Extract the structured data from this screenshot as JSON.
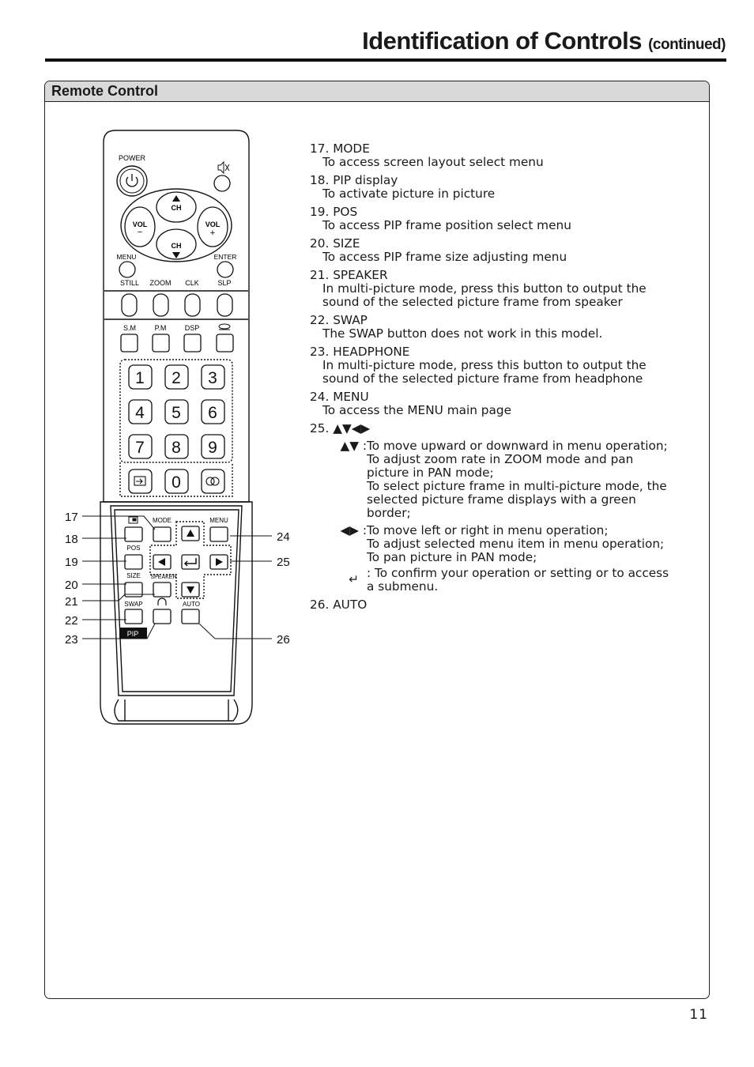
{
  "header": {
    "title": "Identification of Controls",
    "continued": "(continued)"
  },
  "section": {
    "title": "Remote Control"
  },
  "page_number": "11",
  "remote": {
    "power_label": "POWER",
    "ch": "CH",
    "vol": "VOL",
    "minus": "−",
    "plus": "+",
    "menu": "MENU",
    "enter": "ENTER",
    "row_labels": [
      "STILL",
      "ZOOM",
      "CLK",
      "SLP"
    ],
    "row2_labels": [
      "S.M",
      "P.M",
      "DSP"
    ],
    "digits": [
      "1",
      "2",
      "3",
      "4",
      "5",
      "6",
      "7",
      "8",
      "9",
      "0"
    ],
    "pip_panel": {
      "mode": "MODE",
      "menu": "MENU",
      "pos": "POS",
      "size": "SIZE",
      "speaker": "SPEAKER",
      "swap": "SWAP",
      "auto": "AUTO",
      "pip": "PIP"
    },
    "callouts_left": [
      "17",
      "18",
      "19",
      "20",
      "21",
      "22",
      "23"
    ],
    "callouts_right": [
      "24",
      "25",
      "26"
    ]
  },
  "items": [
    {
      "head": "17. MODE",
      "body": [
        "To access screen layout select menu"
      ]
    },
    {
      "head": "18. PIP display",
      "body": [
        "To activate picture in picture"
      ]
    },
    {
      "head": "19. POS",
      "body": [
        "To access PIP frame position select menu"
      ]
    },
    {
      "head": "20. SIZE",
      "body": [
        "To access PIP frame size adjusting menu"
      ]
    },
    {
      "head": "21. SPEAKER",
      "body": [
        "In multi-picture mode, press this button to output the",
        "sound of the selected picture frame from speaker"
      ]
    },
    {
      "head": "22. SWAP",
      "body": [
        "The SWAP button does not work in this model."
      ]
    },
    {
      "head": "23. HEADPHONE",
      "body": [
        "In multi-picture mode, press this button to output the",
        "sound of the selected picture frame from headphone"
      ]
    },
    {
      "head": "24. MENU",
      "body": [
        "To access the MENU main page"
      ]
    },
    {
      "head": "25. ▲▼◀▶",
      "body": []
    }
  ],
  "item25": {
    "updown_symbol": "▲▼ :",
    "updown_lines": [
      "To move upward or downward in menu operation;",
      "To adjust zoom rate in ZOOM mode and pan",
      "picture in PAN mode;",
      "To select picture frame in multi-picture mode, the",
      "selected picture frame displays with a green",
      "border;"
    ],
    "leftright_symbol": "◀▶ :",
    "leftright_lines": [
      "To move left or right in menu operation;",
      "To adjust selected menu item in menu operation;",
      "To pan picture in PAN mode;"
    ],
    "enter_symbol": "↵",
    "enter_lines": [
      ": To confirm your operation or setting or to access",
      "a submenu."
    ]
  },
  "item26": {
    "head": "26. AUTO"
  }
}
